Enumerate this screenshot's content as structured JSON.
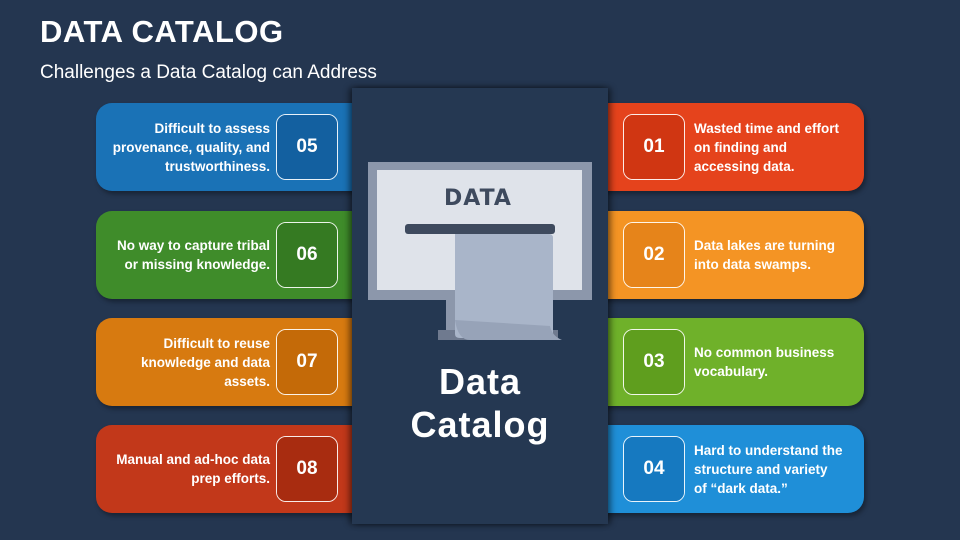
{
  "header": {
    "title": "DATA CATALOG",
    "subtitle": "Challenges a Data Catalog can Address"
  },
  "center": {
    "screen_text": "DATA",
    "label_line1": "Data",
    "label_line2": "Catalog"
  },
  "left_cards": [
    {
      "number": "05",
      "text": "Difficult to assess provenance, quality, and trustworthiness.",
      "color": "#1a72b6",
      "num_bg": "#1360a0"
    },
    {
      "number": "06",
      "text": "No way to capture tribal or missing knowledge.",
      "color": "#3f8c2a",
      "num_bg": "#357a22"
    },
    {
      "number": "07",
      "text": "Difficult to reuse knowledge and data assets.",
      "color": "#d77a10",
      "num_bg": "#c46a08"
    },
    {
      "number": "08",
      "text": "Manual and ad-hoc data prep efforts.",
      "color": "#c2381a",
      "num_bg": "#a82c10"
    }
  ],
  "right_cards": [
    {
      "number": "01",
      "text": "Wasted time and effort on finding and accessing data.",
      "color": "#e5431c",
      "num_bg": "#d03612"
    },
    {
      "number": "02",
      "text": "Data lakes are turning into data swamps.",
      "color": "#f49424",
      "num_bg": "#e6841a"
    },
    {
      "number": "03",
      "text": "No common business vocabulary.",
      "color": "#6fb12a",
      "num_bg": "#5f9e1e"
    },
    {
      "number": "04",
      "text": "Hard to understand the structure and variety of “dark data.”",
      "color": "#1f8fd8",
      "num_bg": "#1679c0"
    }
  ]
}
